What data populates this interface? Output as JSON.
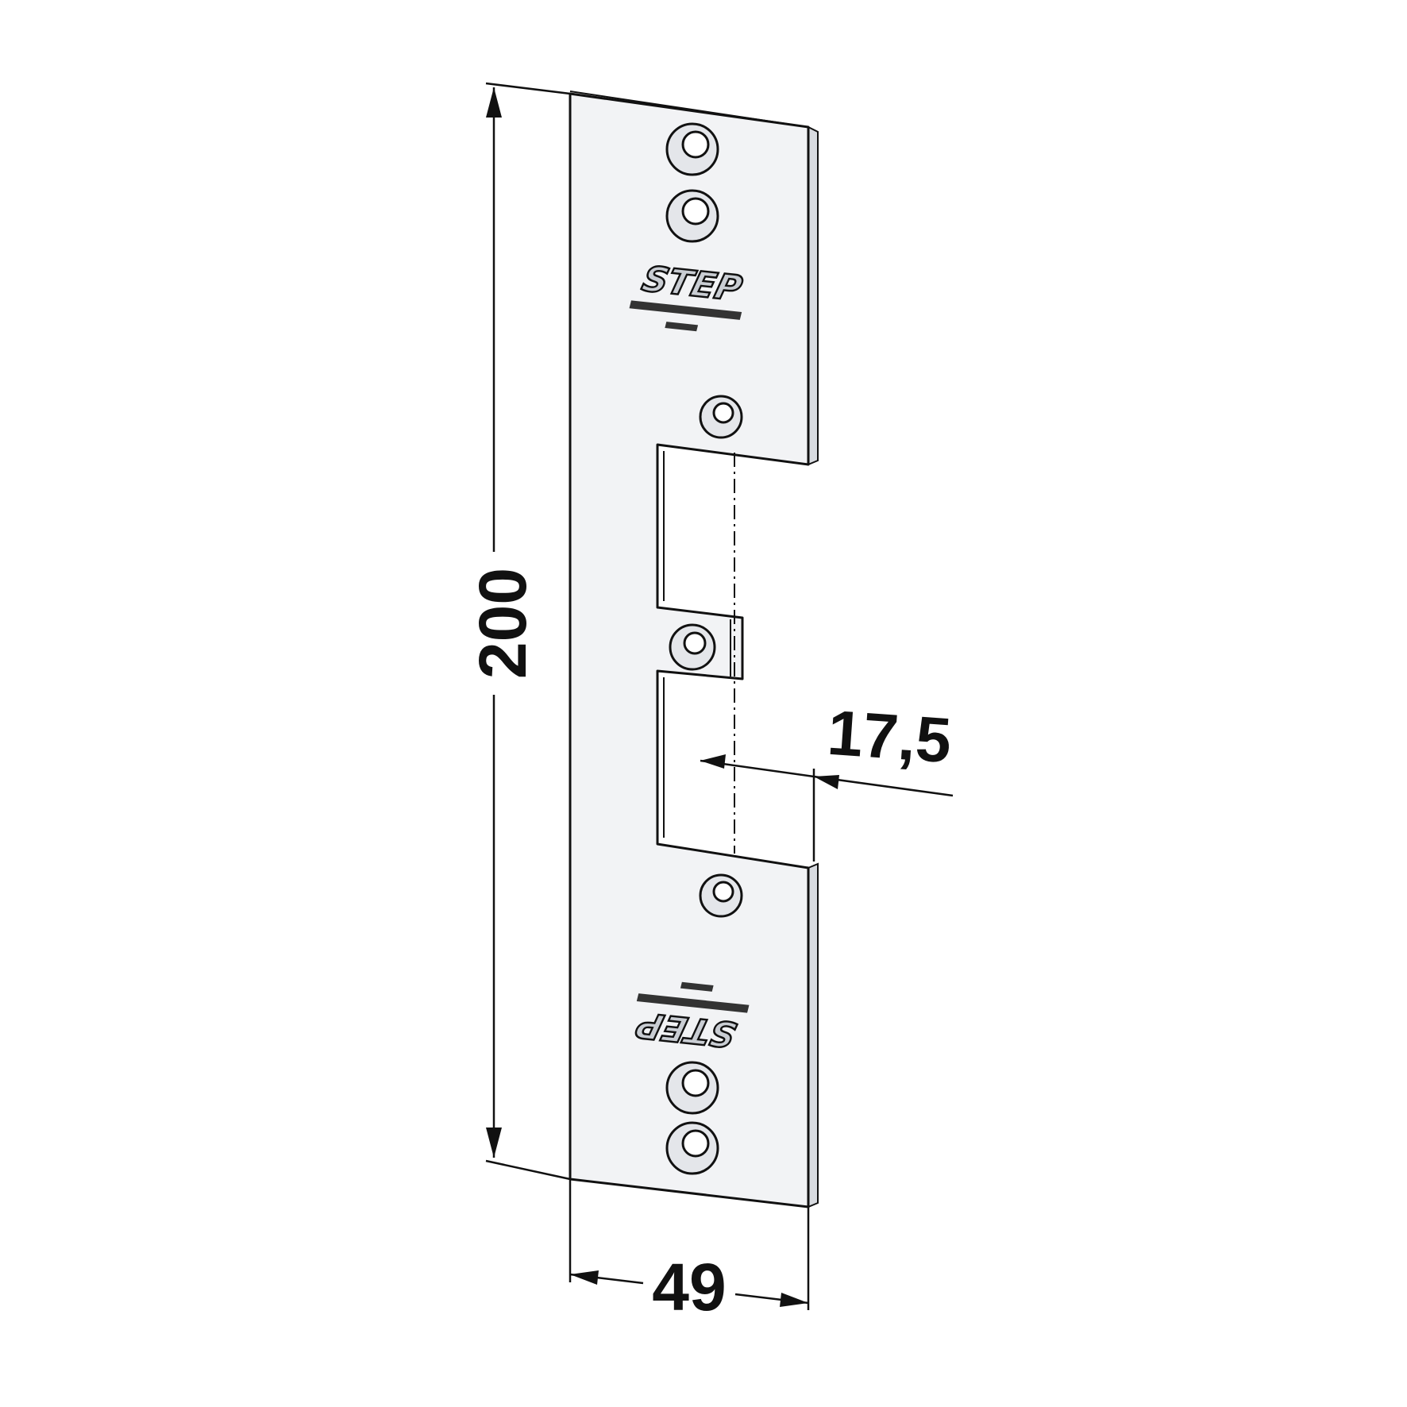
{
  "dimensions": {
    "height_label": "200",
    "width_label": "49",
    "offset_label": "17,5"
  },
  "plate": {
    "logo_text": "STEP",
    "colors": {
      "plate_fill": "#f2f3f5",
      "outline": "#111111",
      "hole_fill": "#e4e6ea"
    }
  }
}
